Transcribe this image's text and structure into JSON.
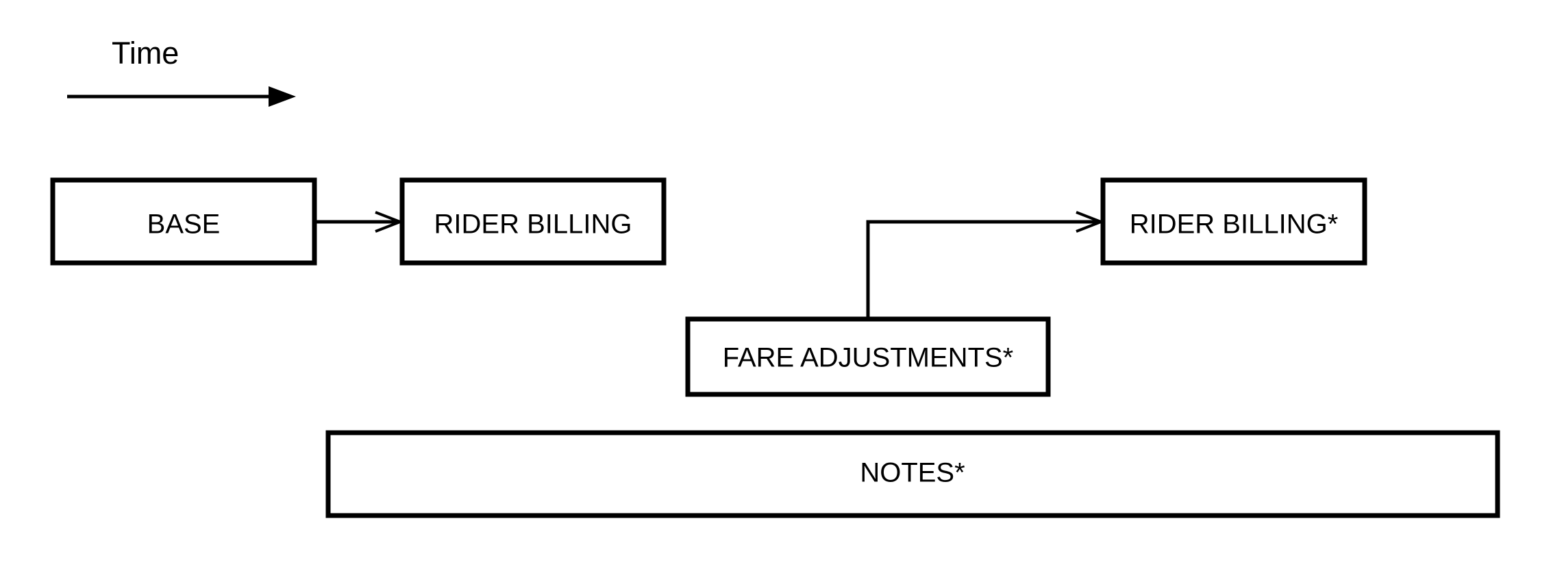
{
  "legend": {
    "label": "Time"
  },
  "boxes": {
    "base": "BASE",
    "rider_billing": "RIDER BILLING",
    "fare_adjustments": "FARE ADJUSTMENTS*",
    "rider_billing_star": "RIDER BILLING*",
    "notes": "NOTES*"
  },
  "connections": [
    {
      "from": "BASE",
      "to": "RIDER BILLING"
    },
    {
      "from": "FARE ADJUSTMENTS*",
      "to": "RIDER BILLING*"
    }
  ],
  "colors": {
    "stroke": "#000000",
    "fill": "#ffffff"
  }
}
